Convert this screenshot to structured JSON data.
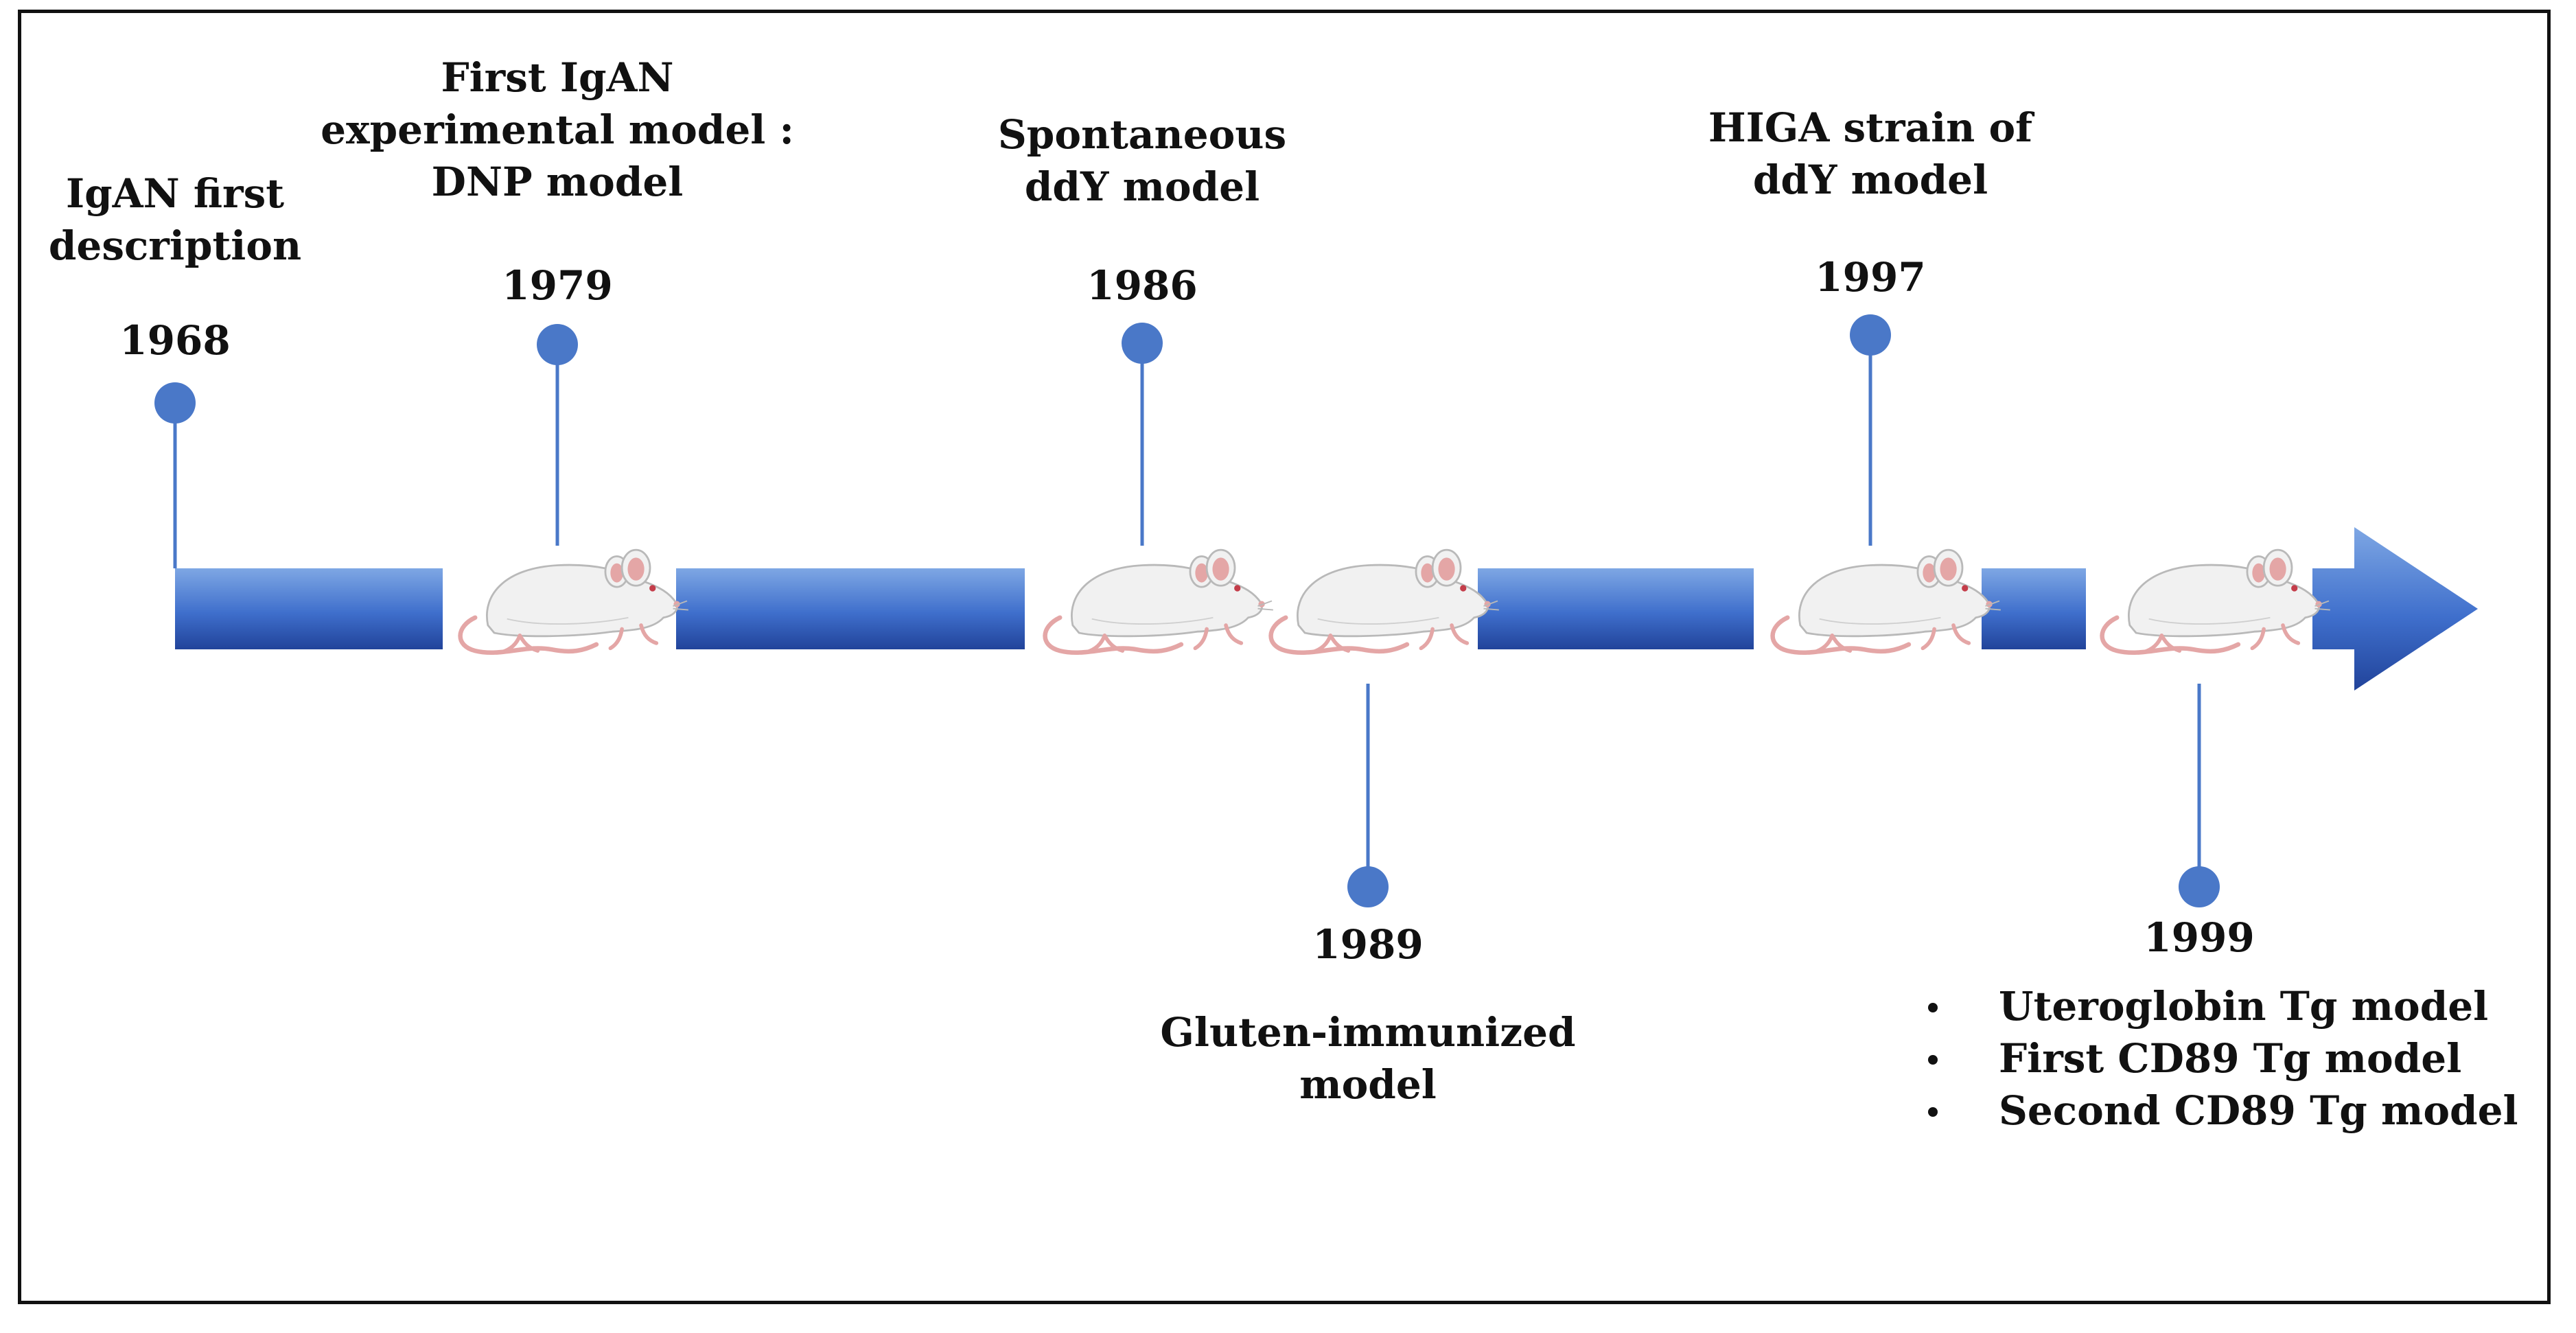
{
  "colors": {
    "bar_light": "#7ea7e4",
    "bar_mid": "#3f6fcc",
    "bar_dark": "#21439a",
    "pin": "#4a78c8",
    "pin_line": "#4a78c8",
    "text": "#111111",
    "mouse_body": "#f1f1f1",
    "mouse_outline": "#b9b9b9",
    "mouse_pink": "#e4a6a6"
  },
  "events": [
    {
      "year": "1968",
      "label_lines": [
        "IgAN first",
        "description"
      ],
      "position": "above",
      "mouse": false
    },
    {
      "year": "1979",
      "label_lines": [
        "First IgAN",
        "experimental model :",
        "DNP model"
      ],
      "position": "above",
      "mouse": true
    },
    {
      "year": "1986",
      "label_lines": [
        "Spontaneous",
        "ddY model"
      ],
      "position": "above",
      "mouse": true
    },
    {
      "year": "1989",
      "label_lines": [
        "Gluten-immunized",
        "model"
      ],
      "position": "below",
      "mouse": true
    },
    {
      "year": "1997",
      "label_lines": [
        "HIGA strain of",
        "ddY model"
      ],
      "position": "above",
      "mouse": true
    },
    {
      "year": "1999",
      "bullets": [
        "Uteroglobin Tg model",
        "First CD89 Tg model",
        "Second CD89 Tg model"
      ],
      "position": "below",
      "mouse": true
    }
  ],
  "icons": {
    "pin": "circle-pin-icon",
    "mouse": "mouse-icon",
    "arrow": "arrow-right-icon",
    "bullet": "bullet-icon"
  }
}
